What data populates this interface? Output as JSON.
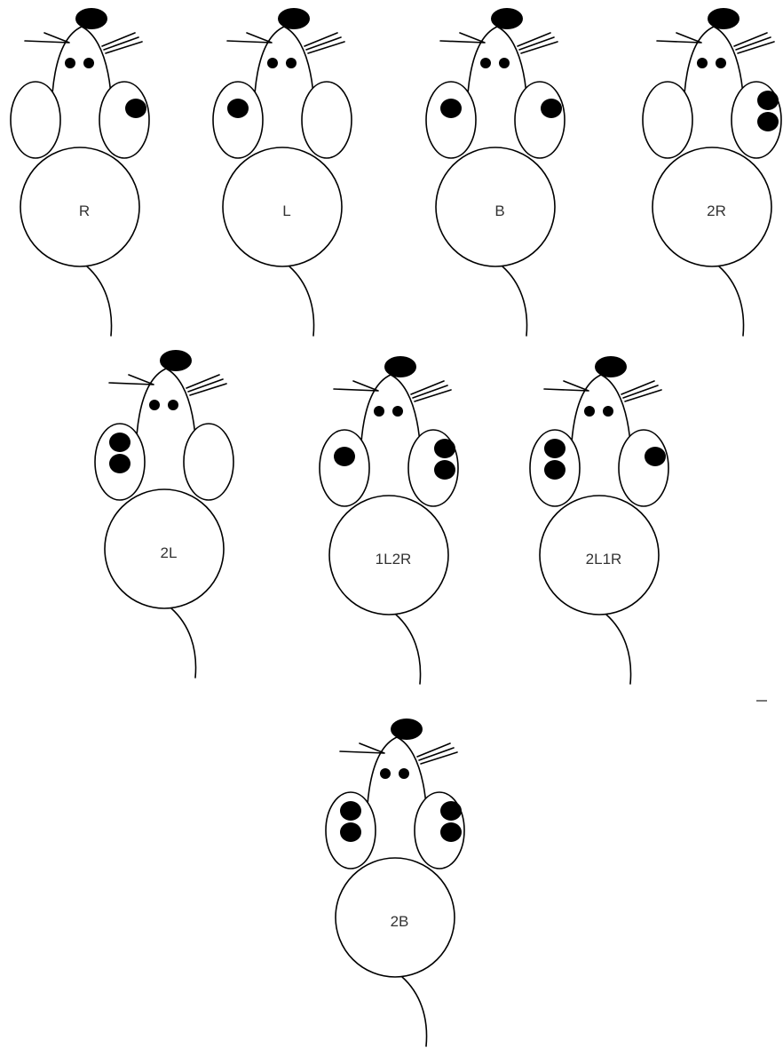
{
  "mice": [
    {
      "label": "R",
      "left_marks": 0,
      "right_marks": 1
    },
    {
      "label": "L",
      "left_marks": 1,
      "right_marks": 0
    },
    {
      "label": "B",
      "left_marks": 1,
      "right_marks": 1
    },
    {
      "label": "2R",
      "left_marks": 0,
      "right_marks": 2
    },
    {
      "label": "2L",
      "left_marks": 2,
      "right_marks": 0
    },
    {
      "label": "1L2R",
      "left_marks": 1,
      "right_marks": 2
    },
    {
      "label": "2L1R",
      "left_marks": 2,
      "right_marks": 1
    },
    {
      "label": "2B",
      "left_marks": 2,
      "right_marks": 2
    }
  ]
}
